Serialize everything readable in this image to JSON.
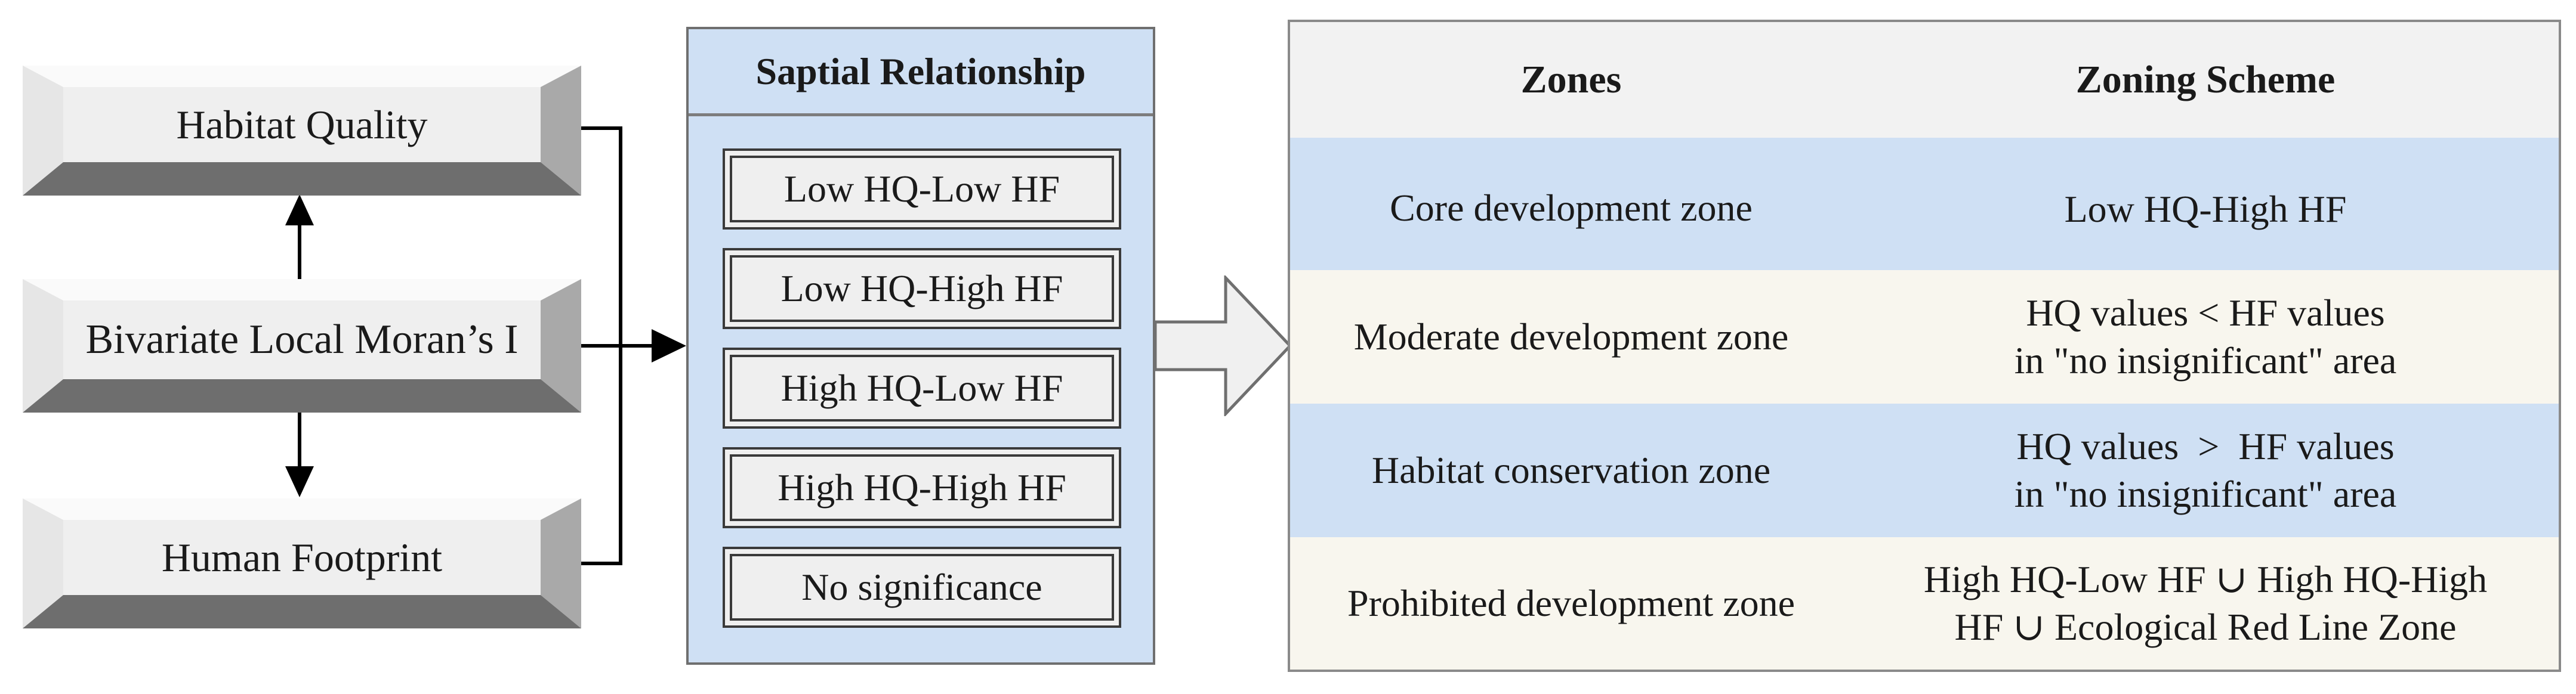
{
  "inputs": {
    "habitat_quality": "Habitat Quality",
    "bivariate": "Bivariate Local Moran’s I",
    "human_footprint": "Human Footprint"
  },
  "relationship_panel": {
    "title": "Saptial Relationship",
    "items": [
      "Low HQ-Low HF",
      "Low HQ-High HF",
      "High HQ-Low HF",
      "High HQ-High HF",
      "No significance"
    ]
  },
  "zones_table": {
    "headers": [
      "Zones",
      "Zoning Scheme"
    ],
    "rows": [
      {
        "zone": "Core development zone",
        "scheme_line1": "Low HQ-High HF",
        "scheme_line2": ""
      },
      {
        "zone": "Moderate development zone",
        "scheme_line1": "HQ values < HF values",
        "scheme_line2": "in \"no insignificant\" area"
      },
      {
        "zone": "Habitat conservation zone",
        "scheme_line1": "HQ values  >  HF values",
        "scheme_line2": "in \"no insignificant\" area"
      },
      {
        "zone": "Prohibited development zone",
        "scheme_line1": "High HQ-Low HF ∪ High HQ-High",
        "scheme_line2": "HF ∪ Ecological Red Line Zone"
      }
    ]
  },
  "colors": {
    "panel_blue": "#cfe0f4",
    "row_cream": "#f8f6ee",
    "header_gray": "#f2f2f2",
    "bevel_face": "#efefef",
    "bevel_dark": "#6e6e6e"
  }
}
